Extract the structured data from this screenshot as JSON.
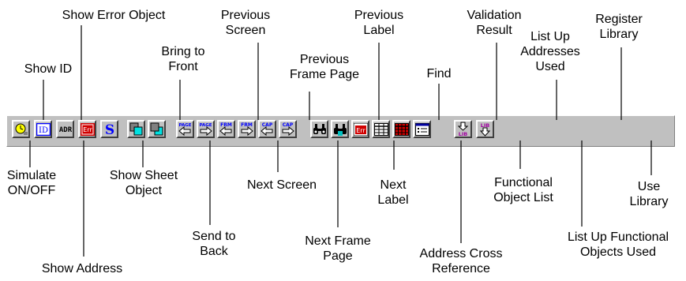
{
  "labels": {
    "show_error_object": "Show Error Object",
    "previous_screen": "Previous\nScreen",
    "previous_label": "Previous\nLabel",
    "validation_result": "Validation\nResult",
    "register_library": "Register\nLibrary",
    "show_id": "Show ID",
    "bring_to_front": "Bring to\nFront",
    "previous_frame_page": "Previous\nFrame Page",
    "list_up_addresses_used": "List Up\nAddresses\nUsed",
    "find": "Find",
    "simulate_on_off": "Simulate\nON/OFF",
    "show_sheet_object": "Show Sheet\nObject",
    "next_screen": "Next Screen",
    "next_label": "Next\nLabel",
    "functional_object_list": "Functional\nObject List",
    "use_library": "Use\nLibrary",
    "send_to_back": "Send to\nBack",
    "next_frame_page": "Next Frame\nPage",
    "list_up_functional_objects_used": "List Up Functional\nObjects Used",
    "address_cross_reference": "Address Cross\nReference",
    "show_address": "Show Address"
  },
  "icons": {
    "adr": "ADR",
    "err": "Err",
    "s": "S",
    "id": "ID",
    "page": "PAGE",
    "frm": "FRM",
    "cap": "CAP",
    "lib": "LIB",
    "simulate": "simulate-icon",
    "bring_front": "bring-to-front-icon",
    "send_back": "send-to-back-icon",
    "find": "binoculars-icon"
  },
  "colors": {
    "toolbar": "#c0c0c0",
    "blue": "#0000ff",
    "red": "#d00000",
    "cyan": "#00e0e0",
    "purple": "#a000a0"
  }
}
